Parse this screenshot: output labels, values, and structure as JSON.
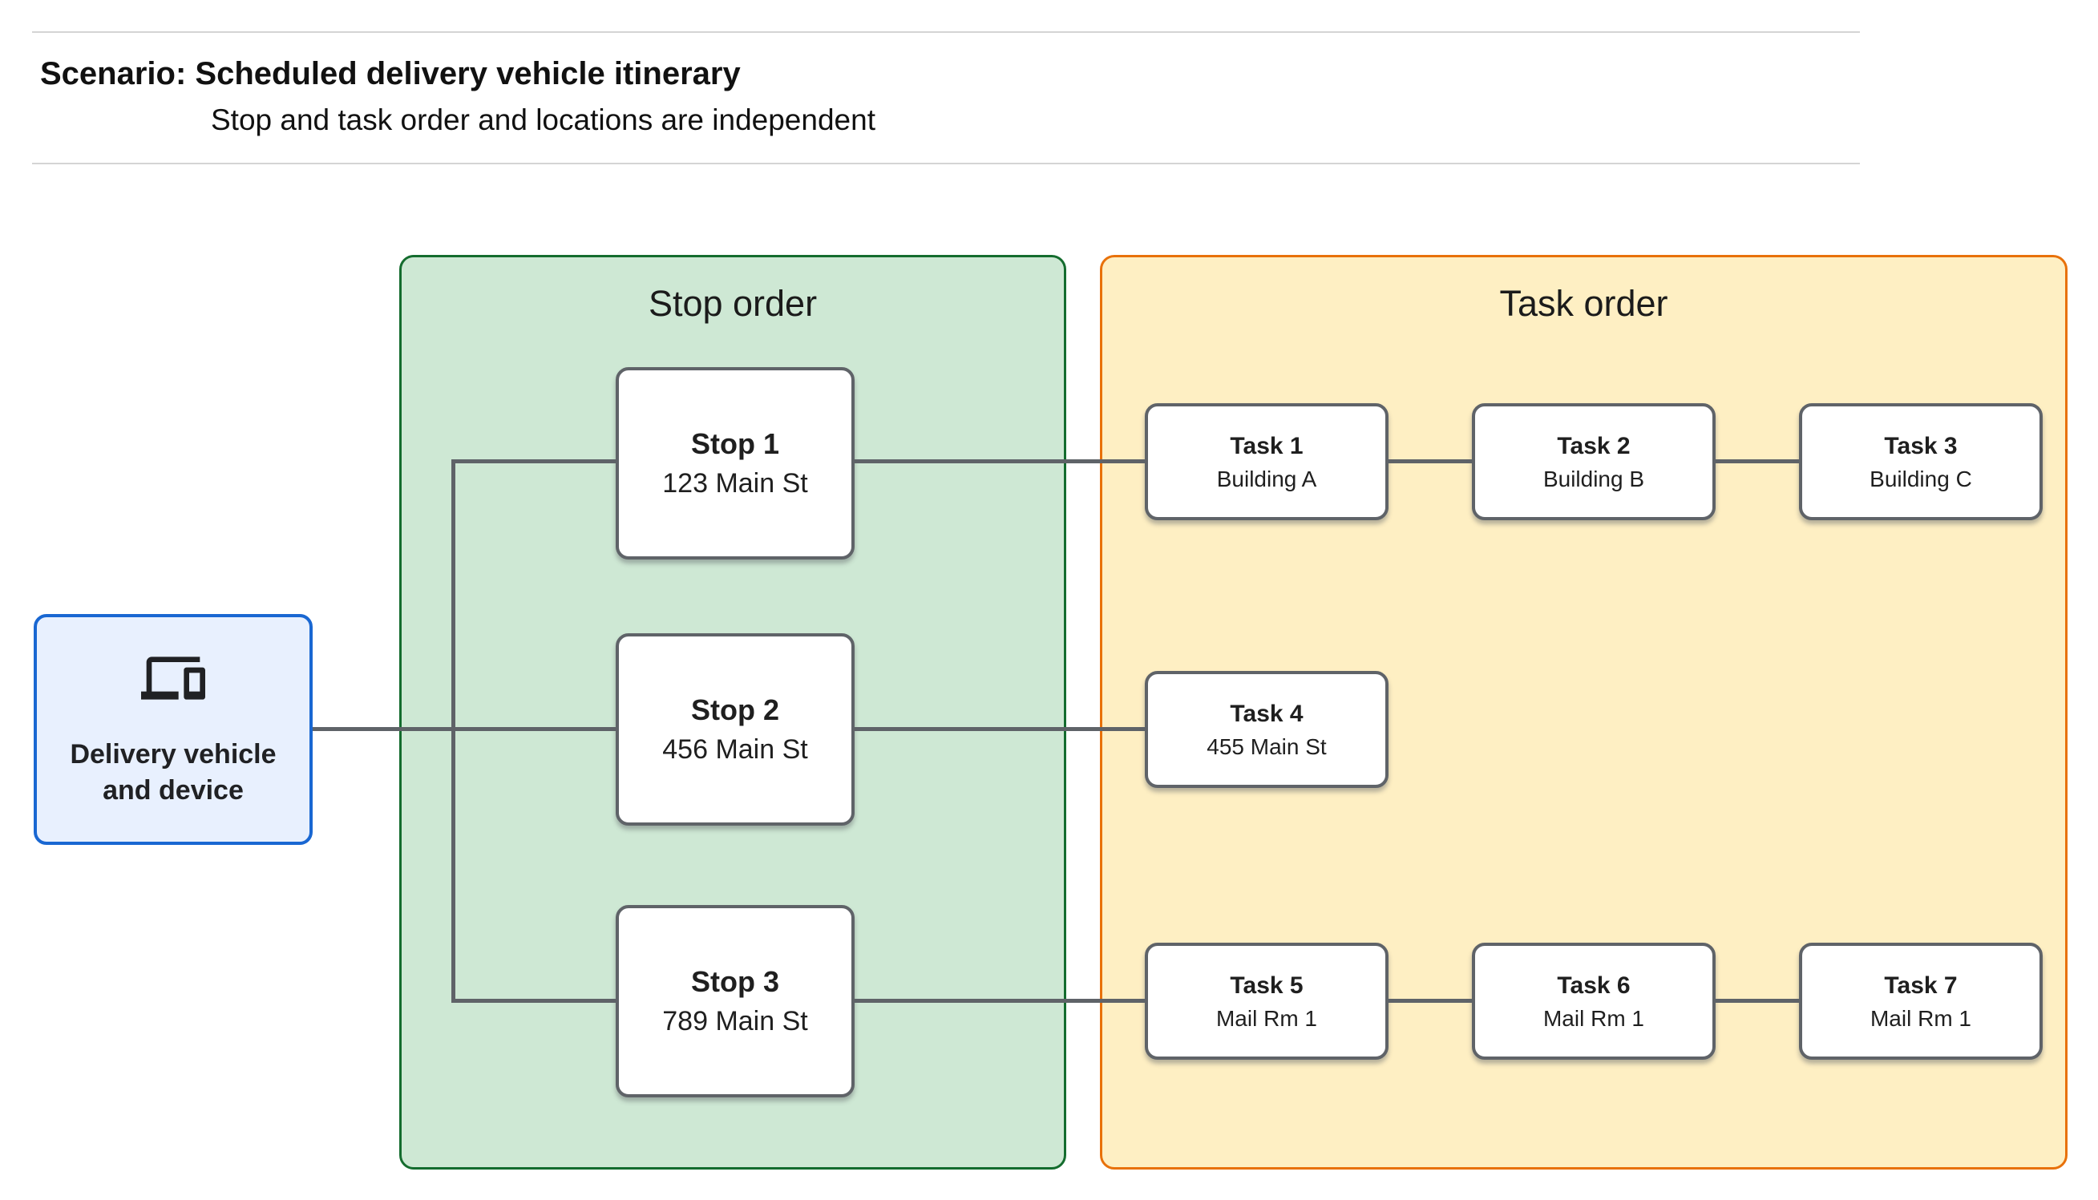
{
  "header": {
    "title": "Scenario: Scheduled delivery vehicle itinerary",
    "subtitle": "Stop and task order and locations are independent"
  },
  "vehicle": {
    "icon": "devices-icon",
    "label_lines": [
      "Delivery vehicle",
      "and device"
    ]
  },
  "stop_panel": {
    "title": "Stop order",
    "fill": "#cee8d4",
    "border": "#146c2e",
    "stops": [
      {
        "title": "Stop 1",
        "subtitle": "123 Main St"
      },
      {
        "title": "Stop 2",
        "subtitle": "456 Main St"
      },
      {
        "title": "Stop 3",
        "subtitle": "789 Main St"
      }
    ]
  },
  "task_panel": {
    "title": "Task order",
    "fill": "#feefc3",
    "border": "#e8710a",
    "rows": [
      [
        {
          "title": "Task 1",
          "subtitle": "Building A"
        },
        {
          "title": "Task 2",
          "subtitle": "Building B"
        },
        {
          "title": "Task 3",
          "subtitle": "Building C"
        }
      ],
      [
        {
          "title": "Task 4",
          "subtitle": "455 Main St"
        }
      ],
      [
        {
          "title": "Task 5",
          "subtitle": "Mail Rm 1"
        },
        {
          "title": "Task 6",
          "subtitle": "Mail Rm 1"
        },
        {
          "title": "Task 7",
          "subtitle": "Mail Rm 1"
        }
      ]
    ]
  },
  "colors": {
    "vehicle_fill": "#e8f0fe",
    "vehicle_border": "#1967d2",
    "node_border": "#5f6368",
    "connector": "#5f6368",
    "divider": "#d4d4d4",
    "text": "#1f1f1f"
  }
}
